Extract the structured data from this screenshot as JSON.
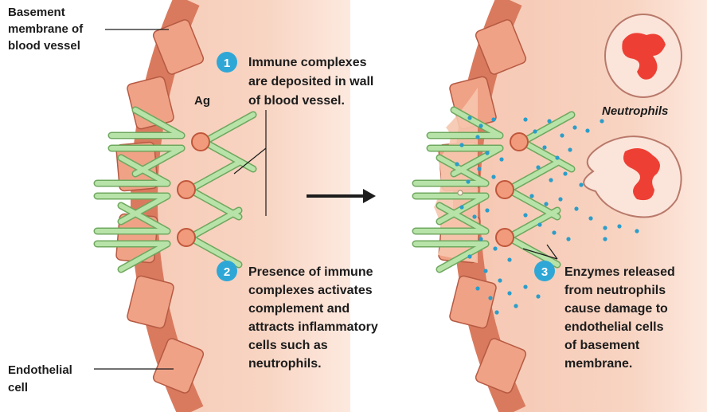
{
  "labels": {
    "basement": [
      "Basement",
      "membrane of",
      "blood vessel"
    ],
    "endothelial": [
      "Endothelial",
      "cell"
    ],
    "ag": "Ag",
    "neutrophils": "Neutrophils"
  },
  "steps": [
    {
      "number": "1",
      "lines": [
        "Immune complexes",
        "are deposited in wall",
        "of blood vessel."
      ]
    },
    {
      "number": "2",
      "lines": [
        "Presence of immune",
        "complexes activates",
        "complement and",
        "attracts inflammatory",
        "cells such as",
        "neutrophils."
      ]
    },
    {
      "number": "3",
      "lines": [
        "Enzymes released",
        "from neutrophils",
        "cause damage to",
        "endothelial cells",
        "of basement",
        "membrane."
      ]
    }
  ],
  "colors": {
    "lumen": "#f7cdb8",
    "wall": "#d97a5e",
    "cell": "#f0a286",
    "antibody": "#b7e3a8",
    "antigen": "#f19a7c",
    "badge": "#2fa7d6",
    "dot": "#2b9dc9",
    "nucleus": "#ee3f34"
  }
}
